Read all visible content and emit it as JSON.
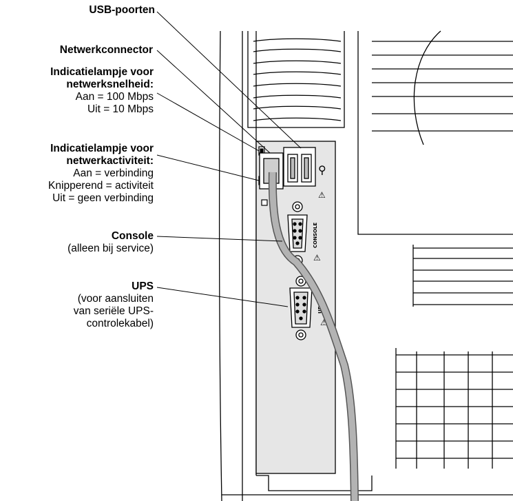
{
  "labels": {
    "usb": {
      "title": "USB-poorten"
    },
    "network": {
      "title": "Netwerkconnector"
    },
    "speed": {
      "title1": "Indicatielampje voor",
      "title2": "netwerksnelheid:",
      "line1": "Aan = 100 Mbps",
      "line2": "Uit = 10 Mbps"
    },
    "activity": {
      "title1": "Indicatielampje voor",
      "title2": "netwerkactiviteit:",
      "line1": "Aan = verbinding",
      "line2": "Knipperend = activiteit",
      "line3": "Uit = geen verbinding"
    },
    "console": {
      "title": "Console",
      "line1": "(alleen bij service)"
    },
    "ups": {
      "title": "UPS",
      "line1": "(voor aansluiten",
      "line2": "van seriële UPS-",
      "line3": "controlekabel)"
    }
  },
  "port_text": {
    "console": "CONSOLE",
    "ups": "UPS"
  },
  "colors": {
    "line": "#000000",
    "panel": "#e6e6e6",
    "cable": "#b3b3b3",
    "cable_edge": "#555555",
    "fill": "#ffffff"
  }
}
